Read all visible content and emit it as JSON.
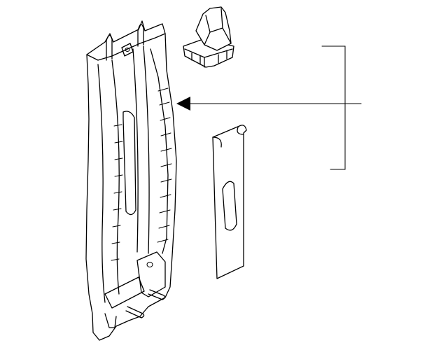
{
  "diagram": {
    "parts": [
      {
        "name": "pillar-trim-panel"
      },
      {
        "name": "retaining-clip"
      },
      {
        "name": "adhesive-pad"
      }
    ],
    "callout": {
      "type": "bracket",
      "pointer": "arrow"
    },
    "colors": {
      "line": "#000000",
      "background": "#ffffff"
    }
  }
}
